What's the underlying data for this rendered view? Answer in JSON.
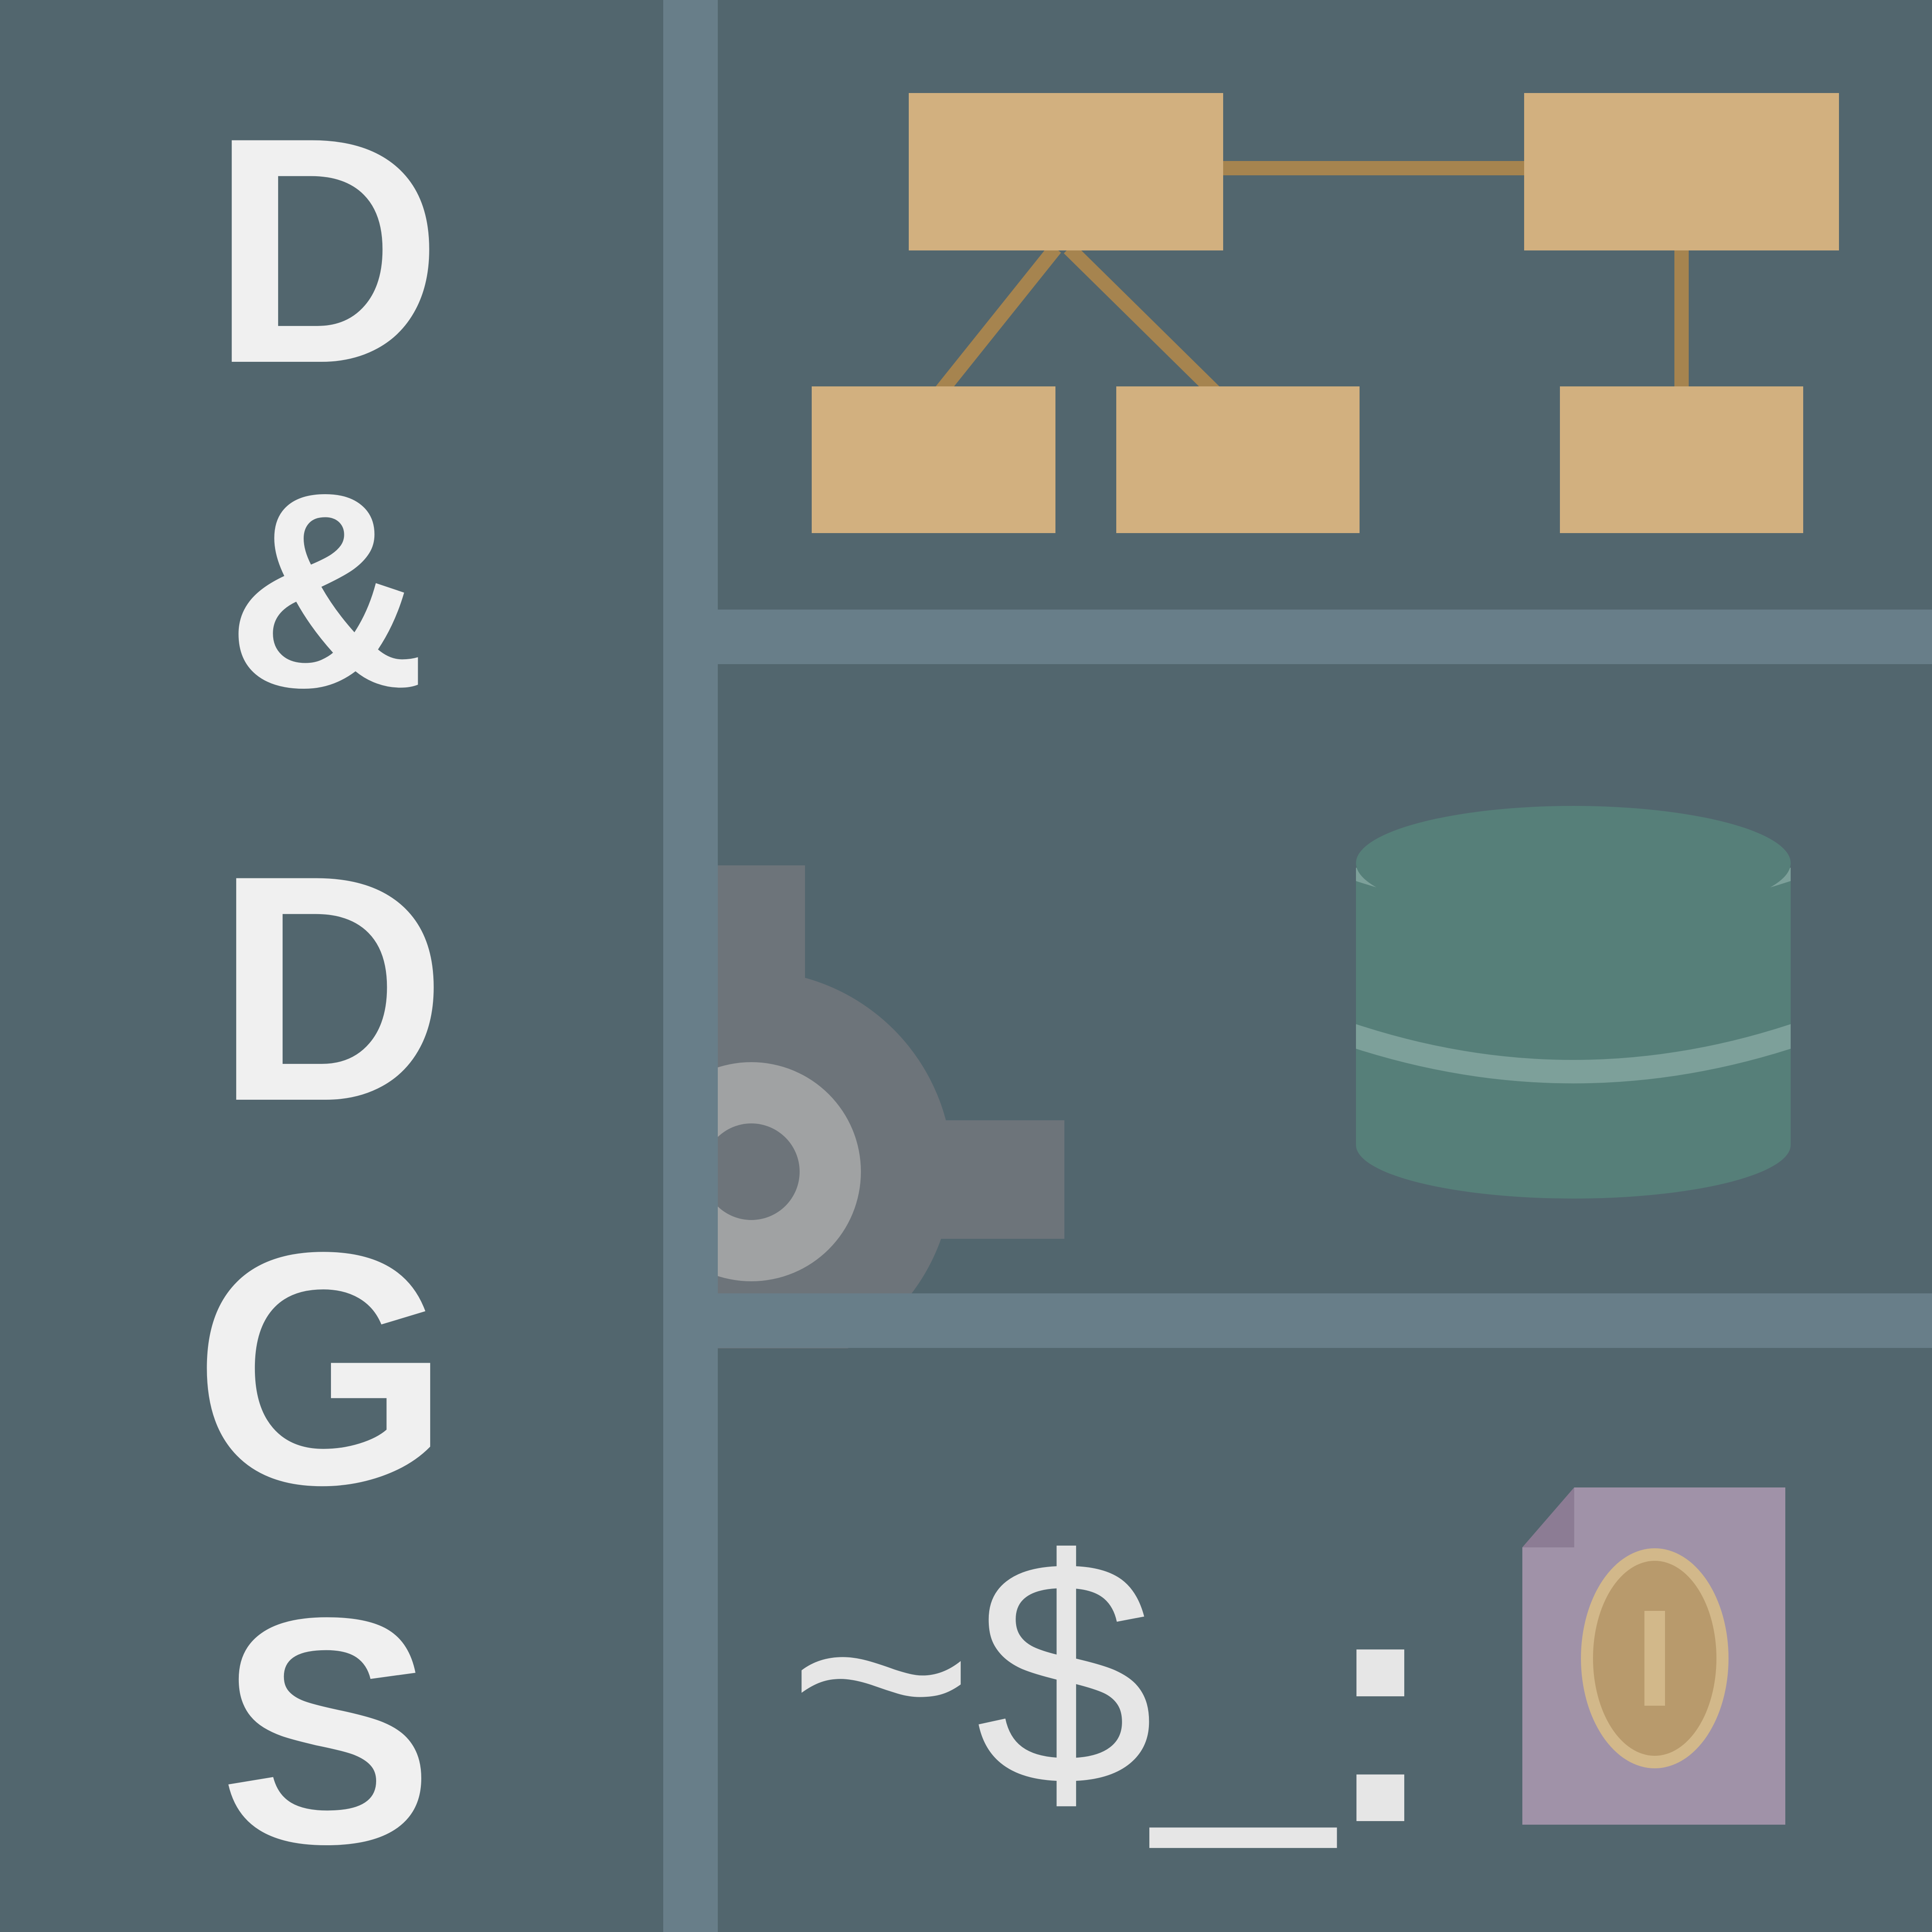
{
  "title_letters": [
    "D",
    "&",
    "D",
    "G",
    "S"
  ],
  "terminal_prompt": "~$_",
  "terminal_colon": ":",
  "icons": {
    "hierarchy": "tree-diagram-icon",
    "gear": "gear-icon",
    "database": "database-icon",
    "coin_document": "coin-document-icon"
  },
  "colors": {
    "background": "#52666e",
    "shelf": "#687e89",
    "letters": "#f0f0f0",
    "tree_box": "#d2b07f",
    "tree_line": "#a6844f",
    "gear": "#6d747a",
    "gear_ring": "#a0a2a3",
    "database": "#567f79",
    "database_band": "#7da09a",
    "document": "#a092a8",
    "document_fold": "#8c7c94",
    "coin": "#b89a6c",
    "coin_rim": "#d2b88a"
  }
}
